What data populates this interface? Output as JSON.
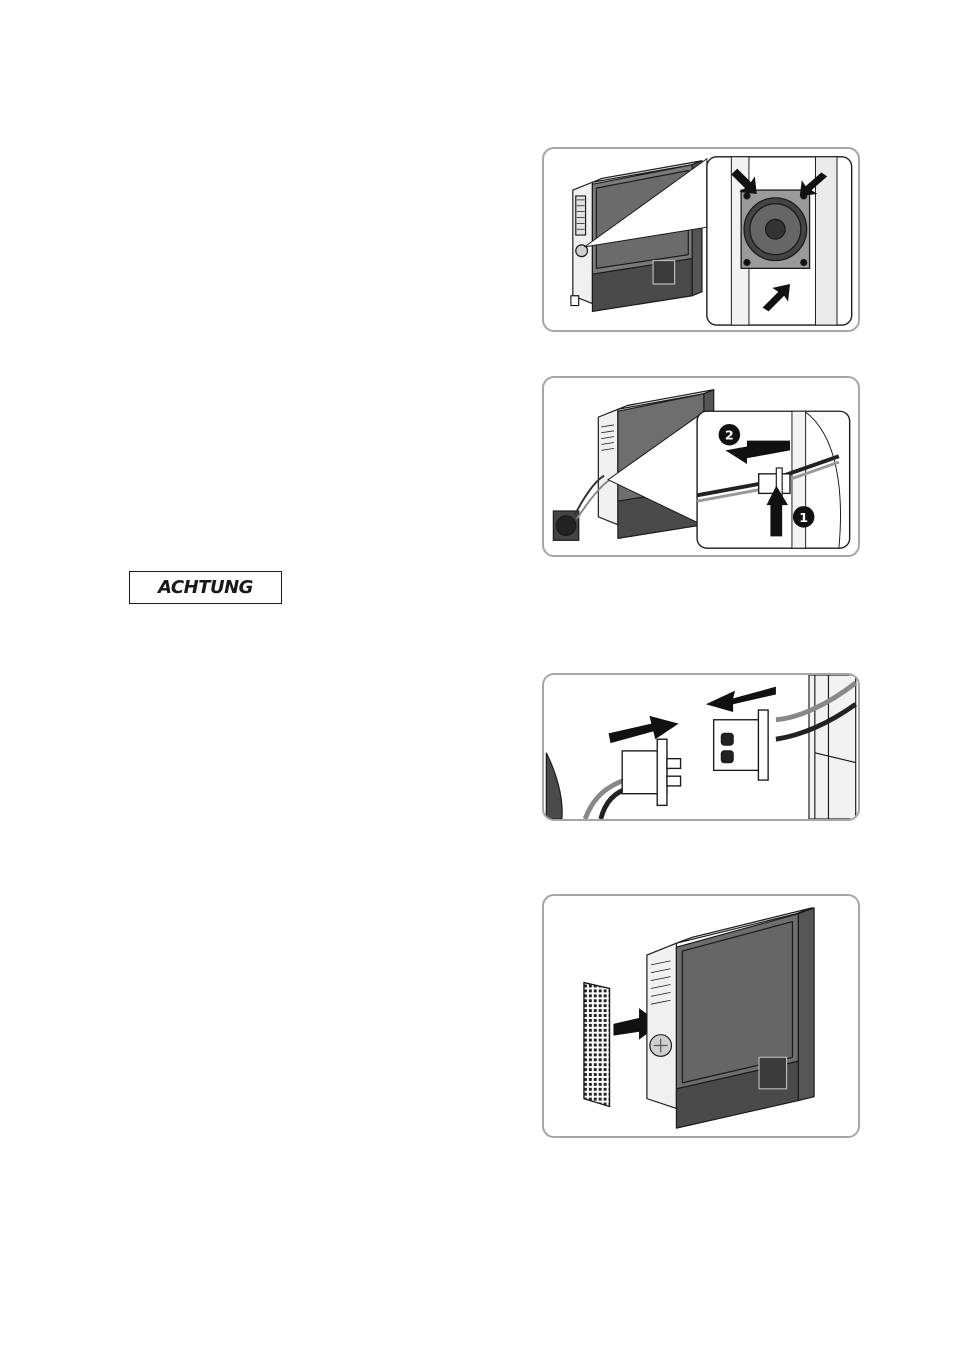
{
  "notice": {
    "label": "ACHTUNG"
  },
  "figures": {
    "fan_mount": {
      "icon": "fan-screws-arrows"
    },
    "fan_cable_unplug": {
      "step_markers": [
        "2",
        "1"
      ]
    },
    "connector_plug": {
      "icon": "plug-connector-arrows"
    },
    "filter_insert": {
      "icon": "ventilation-grid-insert"
    }
  },
  "colors": {
    "frame": "#a6a6a6",
    "housing_dark": "#6b6b6b",
    "housing_light": "#eeeeee",
    "lower_panel": "#4a4a4a",
    "line": "#1a1a1a"
  }
}
